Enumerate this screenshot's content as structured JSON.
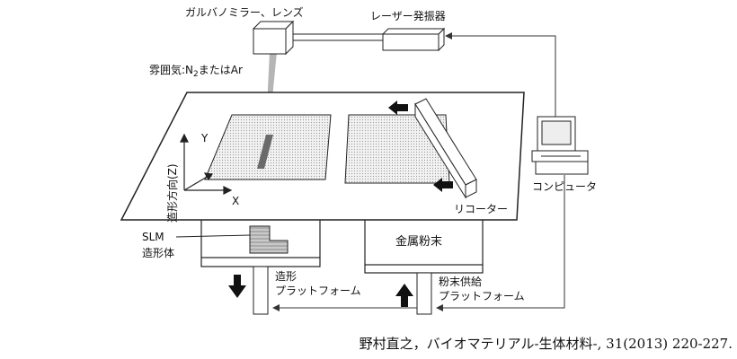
{
  "labels": {
    "galvano": "ガルバノミラー、レンズ",
    "laser": "レーザー発振器",
    "atmosphere_prefix": "雰囲気:N",
    "atmosphere_sub": "2",
    "atmosphere_suffix": "またはAr",
    "axis_y": "Y",
    "axis_x": "X",
    "axis_z": "造形方向(Z)",
    "recoater": "リコーター",
    "computer": "コンピュータ",
    "slm_line1": "SLM",
    "slm_line2": "造形体",
    "metal_powder": "金属粉末",
    "build_platform_line1": "造形",
    "build_platform_line2": "プラットフォーム",
    "powder_supply_line1": "粉末供給",
    "powder_supply_line2": "プラットフォーム"
  },
  "citation": "野村直之，バイオマテリアル-生体材料-, 31(2013) 220-227."
}
